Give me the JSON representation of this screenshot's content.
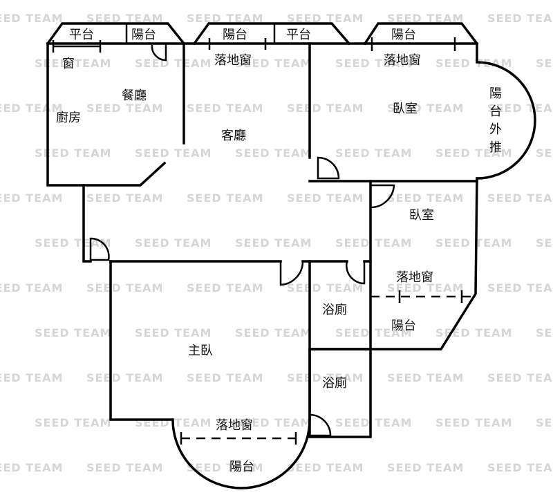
{
  "watermark": "SEED TEAM",
  "labels": {
    "balcony_top_left": "平台",
    "balcony_top_left2": "陽台",
    "window_kitchen": "窗",
    "dining": "餐廳",
    "kitchen": "廚房",
    "balcony_top_mid": "陽台",
    "platform_top_mid": "平台",
    "french_window_living": "落地窗",
    "living": "客廳",
    "balcony_top_right": "陽台",
    "french_window_bed1": "落地窗",
    "bedroom1": "臥室",
    "bay_balcony": "陽台外推",
    "bedroom2": "臥室",
    "french_window_bed2": "落地窗",
    "balcony_bed2": "陽台",
    "bathroom1": "浴廁",
    "bathroom2": "浴廁",
    "master_bedroom": "主臥",
    "french_window_master": "落地窗",
    "balcony_master": "陽台"
  }
}
